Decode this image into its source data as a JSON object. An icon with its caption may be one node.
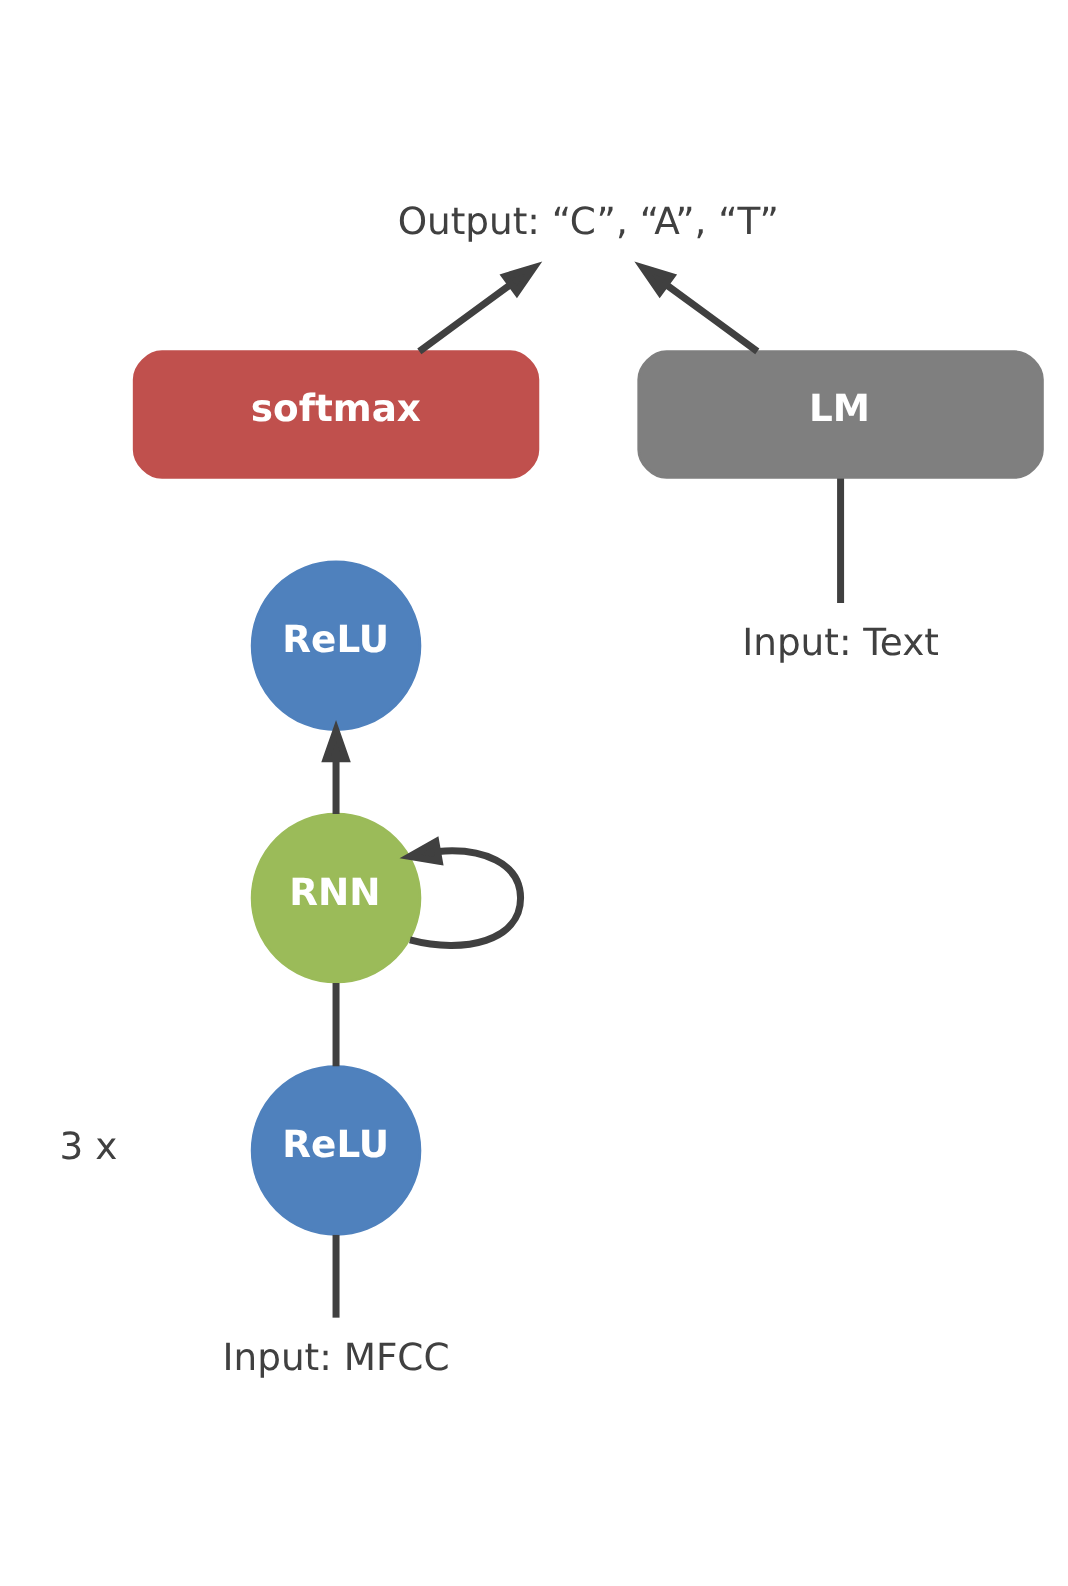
{
  "diagram": {
    "nodes": [
      {
        "text": [
          "Output: “C”, “A”, “T”"
        ]
      },
      {
        "text": [
          "softmax"
        ]
      },
      {
        "text": [
          "LM"
        ]
      },
      {
        "text": [
          "ReLU"
        ]
      },
      {
        "text": [
          "RNN"
        ]
      },
      {
        "text": [
          "ReLU"
        ],
        "beside": [
          "3 x"
        ]
      },
      {
        "text": [
          "Input: Text"
        ]
      },
      {
        "text": [
          "Input: MFCC"
        ]
      }
    ],
    "edges": [
      {
        "from": 1,
        "to": 0,
        "arrow": "to"
      },
      {
        "from": 2,
        "to": 0,
        "arrow": "to"
      },
      {
        "from": 4,
        "to": 3,
        "arrow": "to"
      },
      {
        "from": 4,
        "to": 4,
        "arrow": "to"
      },
      {
        "from": 5,
        "to": 4,
        "arrow": "none"
      },
      {
        "from": 7,
        "to": 5,
        "arrow": "none"
      },
      {
        "from": 6,
        "to": 2,
        "arrow": "none"
      }
    ]
  }
}
